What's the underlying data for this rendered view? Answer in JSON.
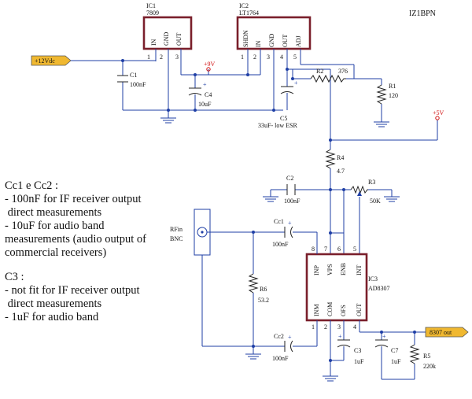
{
  "author": "IZ1BPN",
  "ic1": {
    "ref": "IC1",
    "part": "7809",
    "pins": [
      "IN",
      "GND",
      "OUT"
    ],
    "nums": [
      "1",
      "2",
      "3"
    ]
  },
  "ic2": {
    "ref": "IC2",
    "part": "LT1764",
    "pins": [
      "SHDN",
      "IN",
      "GND",
      "OUT",
      "ADJ"
    ],
    "nums": [
      "1",
      "2",
      "3",
      "4",
      "5"
    ]
  },
  "ic3": {
    "ref": "IC3",
    "part": "AD8307",
    "top_pins": [
      "INP",
      "VPS",
      "ENB",
      "INT"
    ],
    "top_nums": [
      "8",
      "7",
      "6",
      "5"
    ],
    "bot_pins": [
      "INM",
      "COM",
      "OFS",
      "OUT"
    ],
    "bot_nums": [
      "1",
      "2",
      "3",
      "4"
    ]
  },
  "nets": {
    "v12": "+12Vdc",
    "v9": "+9V",
    "v5": "+5V",
    "out": "8307 out",
    "rfin": "RFin",
    "bnc": "BNC"
  },
  "parts": {
    "C1": {
      "ref": "C1",
      "val": "100nF"
    },
    "C4": {
      "ref": "C4",
      "val": "10uF"
    },
    "C5": {
      "ref": "C5",
      "val": "33uF- low ESR"
    },
    "R2": {
      "ref": "R2",
      "val": "376"
    },
    "R1": {
      "ref": "R1",
      "val": "120"
    },
    "R4": {
      "ref": "R4",
      "val": "4.7"
    },
    "C2": {
      "ref": "C2",
      "val": "100nF"
    },
    "R3": {
      "ref": "R3",
      "val": "50K"
    },
    "Cc1": {
      "ref": "Cc1",
      "val": "100nF"
    },
    "Cc2": {
      "ref": "Cc2",
      "val": "100nF"
    },
    "R6": {
      "ref": "R6",
      "val": "53.2"
    },
    "C3": {
      "ref": "C3",
      "val": "1uF"
    },
    "C7": {
      "ref": "C7",
      "val": "1uF"
    },
    "R5": {
      "ref": "R5",
      "val": "220k"
    }
  },
  "notes": [
    "Cc1 e Cc2 :",
    "- 100nF for IF receiver output",
    " direct measurements",
    "- 10uF for audio band",
    "measurements (audio output of",
    "commercial receivers)",
    "",
    "C3 :",
    "- not fit for IF receiver output",
    " direct measurements",
    "- 1uF for audio band"
  ]
}
